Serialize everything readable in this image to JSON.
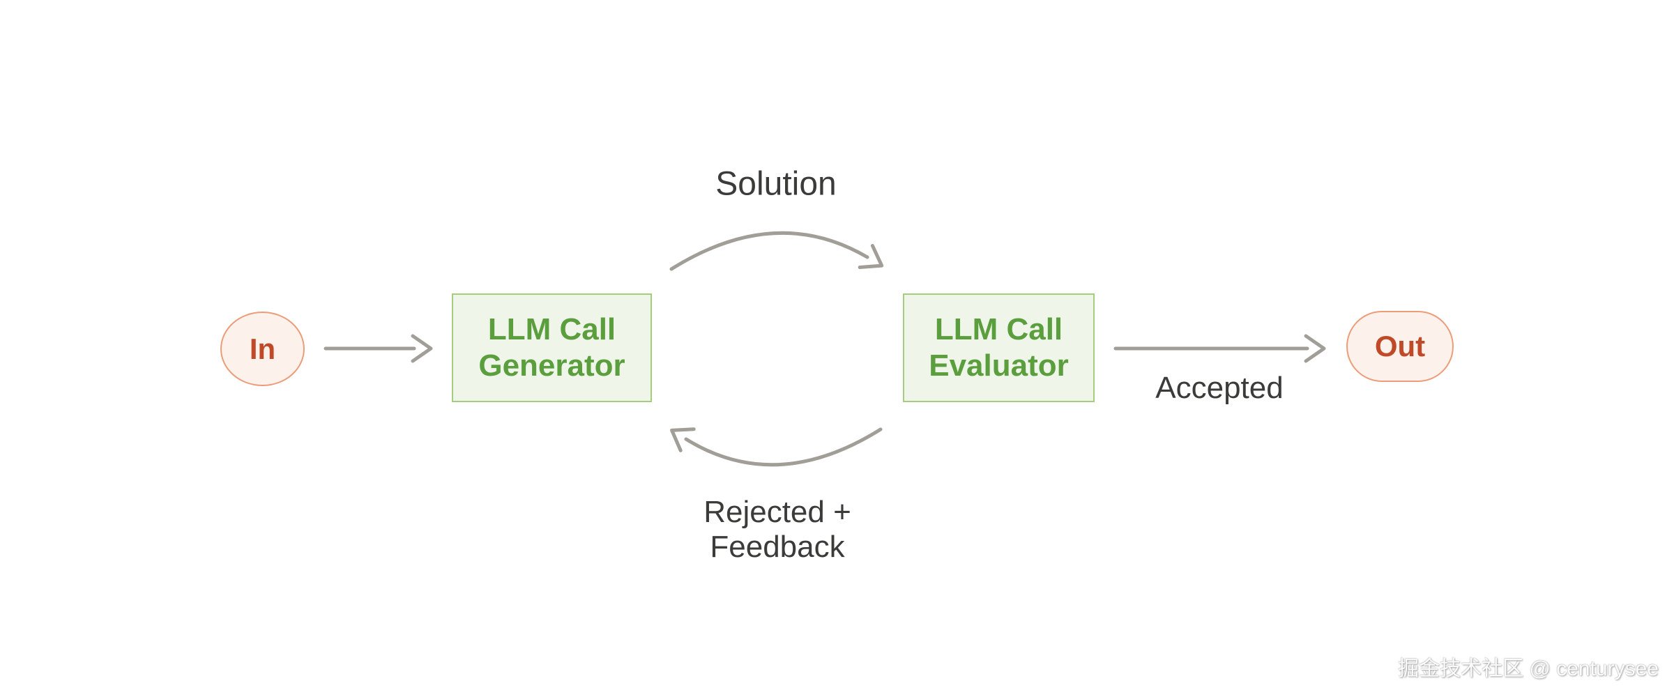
{
  "diagram": {
    "nodes": {
      "input": {
        "label": "In"
      },
      "generator": {
        "line1": "LLM Call",
        "line2": "Generator"
      },
      "evaluator": {
        "line1": "LLM Call",
        "line2": "Evaluator"
      },
      "output": {
        "label": "Out"
      }
    },
    "edges": {
      "solution": {
        "label": "Solution"
      },
      "accepted": {
        "label": "Accepted"
      },
      "rejected": {
        "line1": "Rejected +",
        "line2": "Feedback"
      }
    }
  },
  "watermark": {
    "text": "掘金技术社区 @ centurysee"
  },
  "colors": {
    "background": "#ffffff",
    "arrow": "#a19d97",
    "edge_label_text": "#3b3b39",
    "process_box_fill": "#eff5e8",
    "process_box_border": "#a6cd7d",
    "process_box_text": "#5a9e3d",
    "terminal_fill": "#fdf1ec",
    "terminal_border": "#ec9c79",
    "terminal_text": "#c04a28",
    "watermark_text": "#ffffff"
  }
}
